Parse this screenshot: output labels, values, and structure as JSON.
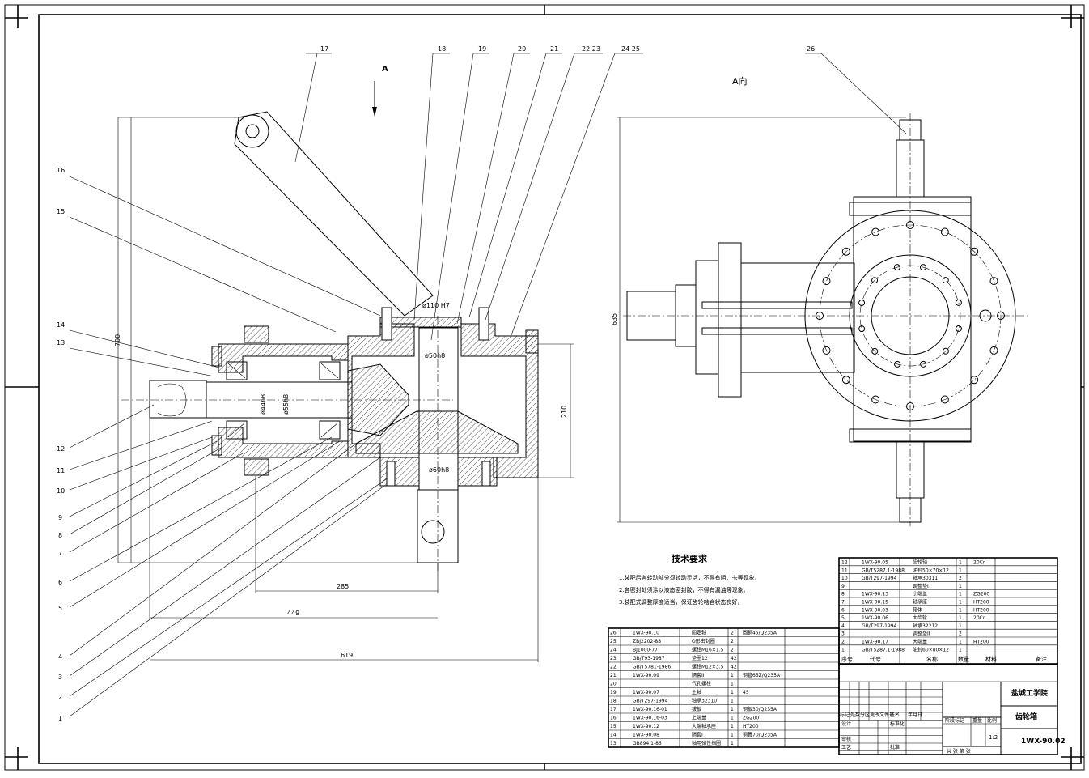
{
  "view_labels": {
    "section_a": "A",
    "a_view": "A向"
  },
  "part_callouts": [
    "1",
    "2",
    "3",
    "4",
    "5",
    "6",
    "7",
    "8",
    "9",
    "10",
    "11",
    "12",
    "13",
    "14",
    "15",
    "16",
    "17",
    "18",
    "19",
    "20",
    "21",
    "22 23",
    "24 25",
    "26"
  ],
  "dimensions": {
    "d110": "ø110 H7",
    "d50": "ø50h8",
    "d60": "ø60h8",
    "d55": "ø55h8",
    "d44": "ø44h8",
    "h700": "700",
    "h210": "210",
    "w285": "285",
    "w449": "449",
    "w619": "619",
    "h635": "635"
  },
  "tech_requirements": {
    "title": "技术要求",
    "items": [
      "1.装配后各转动部分须转动灵活，不得有阻、卡等现象。",
      "2.各密封处须涂以液态密封胶，不得有漏油等现象。",
      "3.装配式调整厚度适当，保证齿轮啮合状态良好。"
    ]
  },
  "bom_upper": [
    [
      "12",
      "1WX-90.05",
      "齿轮轴",
      "1",
      "20Cr",
      ""
    ],
    [
      "11",
      "GB/T5287.1-1988",
      "油封50×70×12",
      "1",
      "",
      ""
    ],
    [
      "10",
      "GB/T297-1994",
      "轴承30311",
      "2",
      "",
      ""
    ],
    [
      "9",
      "",
      "调整垫I",
      "1",
      "",
      ""
    ],
    [
      "8",
      "1WX-90.13",
      "小端盖",
      "1",
      "ZG200",
      ""
    ],
    [
      "7",
      "1WX-90.15",
      "轴承座",
      "1",
      "HT200",
      ""
    ],
    [
      "6",
      "1WX-90.03",
      "箱体",
      "1",
      "HT200",
      ""
    ],
    [
      "5",
      "1WX-90.06",
      "大齿轮",
      "1",
      "20Cr",
      ""
    ],
    [
      "4",
      "GB/T297-1994",
      "轴承32212",
      "1",
      "",
      ""
    ],
    [
      "3",
      "",
      "调整垫II",
      "2",
      "",
      ""
    ],
    [
      "2",
      "1WX-90.17",
      "大端盖",
      "1",
      "HT200",
      ""
    ],
    [
      "1",
      "GB/T5287.1-1988",
      "油封60×80×12",
      "1",
      "",
      ""
    ]
  ],
  "bom_upper_header": [
    "序号",
    "代号",
    "名称",
    "数量",
    "材料",
    "备注"
  ],
  "bom_lower": [
    [
      "26",
      "1WX-90.10",
      "固定轴",
      "2",
      "圆钢45/Q235A"
    ],
    [
      "25",
      "ZBJ2202-88",
      "O形密封圈",
      "2",
      ""
    ],
    [
      "24",
      "BJ1000-77",
      "螺栓M16×1.5",
      "2",
      ""
    ],
    [
      "23",
      "GB/T93-1987",
      "垫圈12",
      "42",
      ""
    ],
    [
      "22",
      "GB/T5781-1986",
      "螺栓M12×3.5",
      "42",
      ""
    ],
    [
      "21",
      "1WX-90.09",
      "隔套II",
      "1",
      "钢管65Z/Q235A"
    ],
    [
      "20",
      "",
      "气孔螺栓",
      "1",
      ""
    ],
    [
      "19",
      "1WX-90.07",
      "主轴",
      "1",
      "45"
    ],
    [
      "18",
      "GB/T297-1994",
      "轴承32310",
      "1",
      ""
    ],
    [
      "17",
      "1WX-90.16-01",
      "拔板",
      "1",
      "钢板30/Q235A"
    ],
    [
      "16",
      "1WX-90.16-03",
      "上端盖",
      "1",
      "ZG200"
    ],
    [
      "15",
      "1WX-90.12",
      "大端轴承座",
      "1",
      "HT200"
    ],
    [
      "14",
      "1WX-90.08",
      "隔套I",
      "1",
      "钢管70/Q235A"
    ],
    [
      "13",
      "GB894.1-86",
      "轴用弹性挡圈",
      "1",
      ""
    ]
  ],
  "title_block": {
    "school": "盐城工学院",
    "drawing_name": "齿轮箱",
    "scale_label": "比例",
    "scale": "1:2",
    "weight_label": "重量",
    "stage_label": "阶段标记",
    "drawing_no": "1WX-90.02",
    "rev_headers": [
      "标记",
      "处数",
      "分区",
      "更改文件号",
      "签名",
      "年月日"
    ],
    "roles": [
      "设计",
      "标准化",
      "审核",
      "工艺",
      "批准"
    ],
    "sheet_text": "共  张  第  张"
  }
}
